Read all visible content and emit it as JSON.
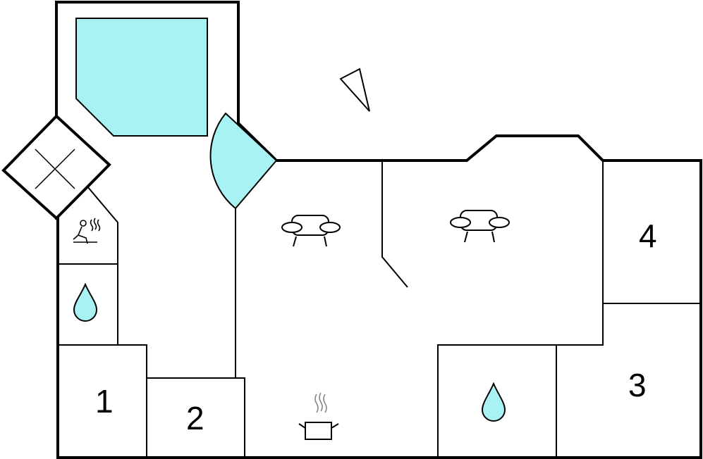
{
  "rooms": {
    "room_1": "1",
    "room_2": "2",
    "room_3": "3",
    "room_4": "4"
  },
  "icons": {
    "pool": "pool-icon",
    "door": "door-arc-icon",
    "north": "north-arrow-icon",
    "window": "window-cross-icon",
    "sauna": "sauna-icon",
    "shower_left": "water-drop-icon",
    "shower_right": "water-drop-icon",
    "sofa_left": "sofa-icon",
    "sofa_right": "sofa-icon",
    "kitchen": "cooking-pot-icon"
  },
  "colors": {
    "water": "#a8f2f4",
    "wall": "#000000",
    "background": "#ffffff"
  }
}
